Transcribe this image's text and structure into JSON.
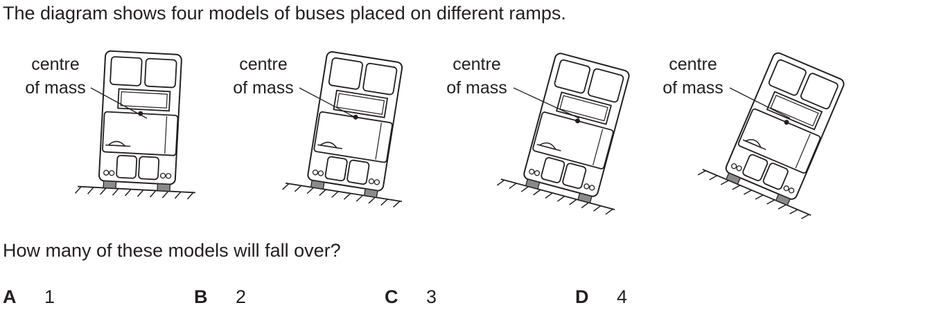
{
  "intro_text": "The diagram shows four models of buses placed on different ramps.",
  "question_text": "How many of these models will fall over?",
  "figures": [
    {
      "label_line1": "centre",
      "label_line2": "of mass"
    },
    {
      "label_line1": "centre",
      "label_line2": "of mass"
    },
    {
      "label_line1": "centre",
      "label_line2": "of mass"
    },
    {
      "label_line1": "centre",
      "label_line2": "of mass"
    }
  ],
  "options": [
    {
      "letter": "A",
      "value": "1"
    },
    {
      "letter": "B",
      "value": "2"
    },
    {
      "letter": "C",
      "value": "3"
    },
    {
      "letter": "D",
      "value": "4"
    }
  ]
}
